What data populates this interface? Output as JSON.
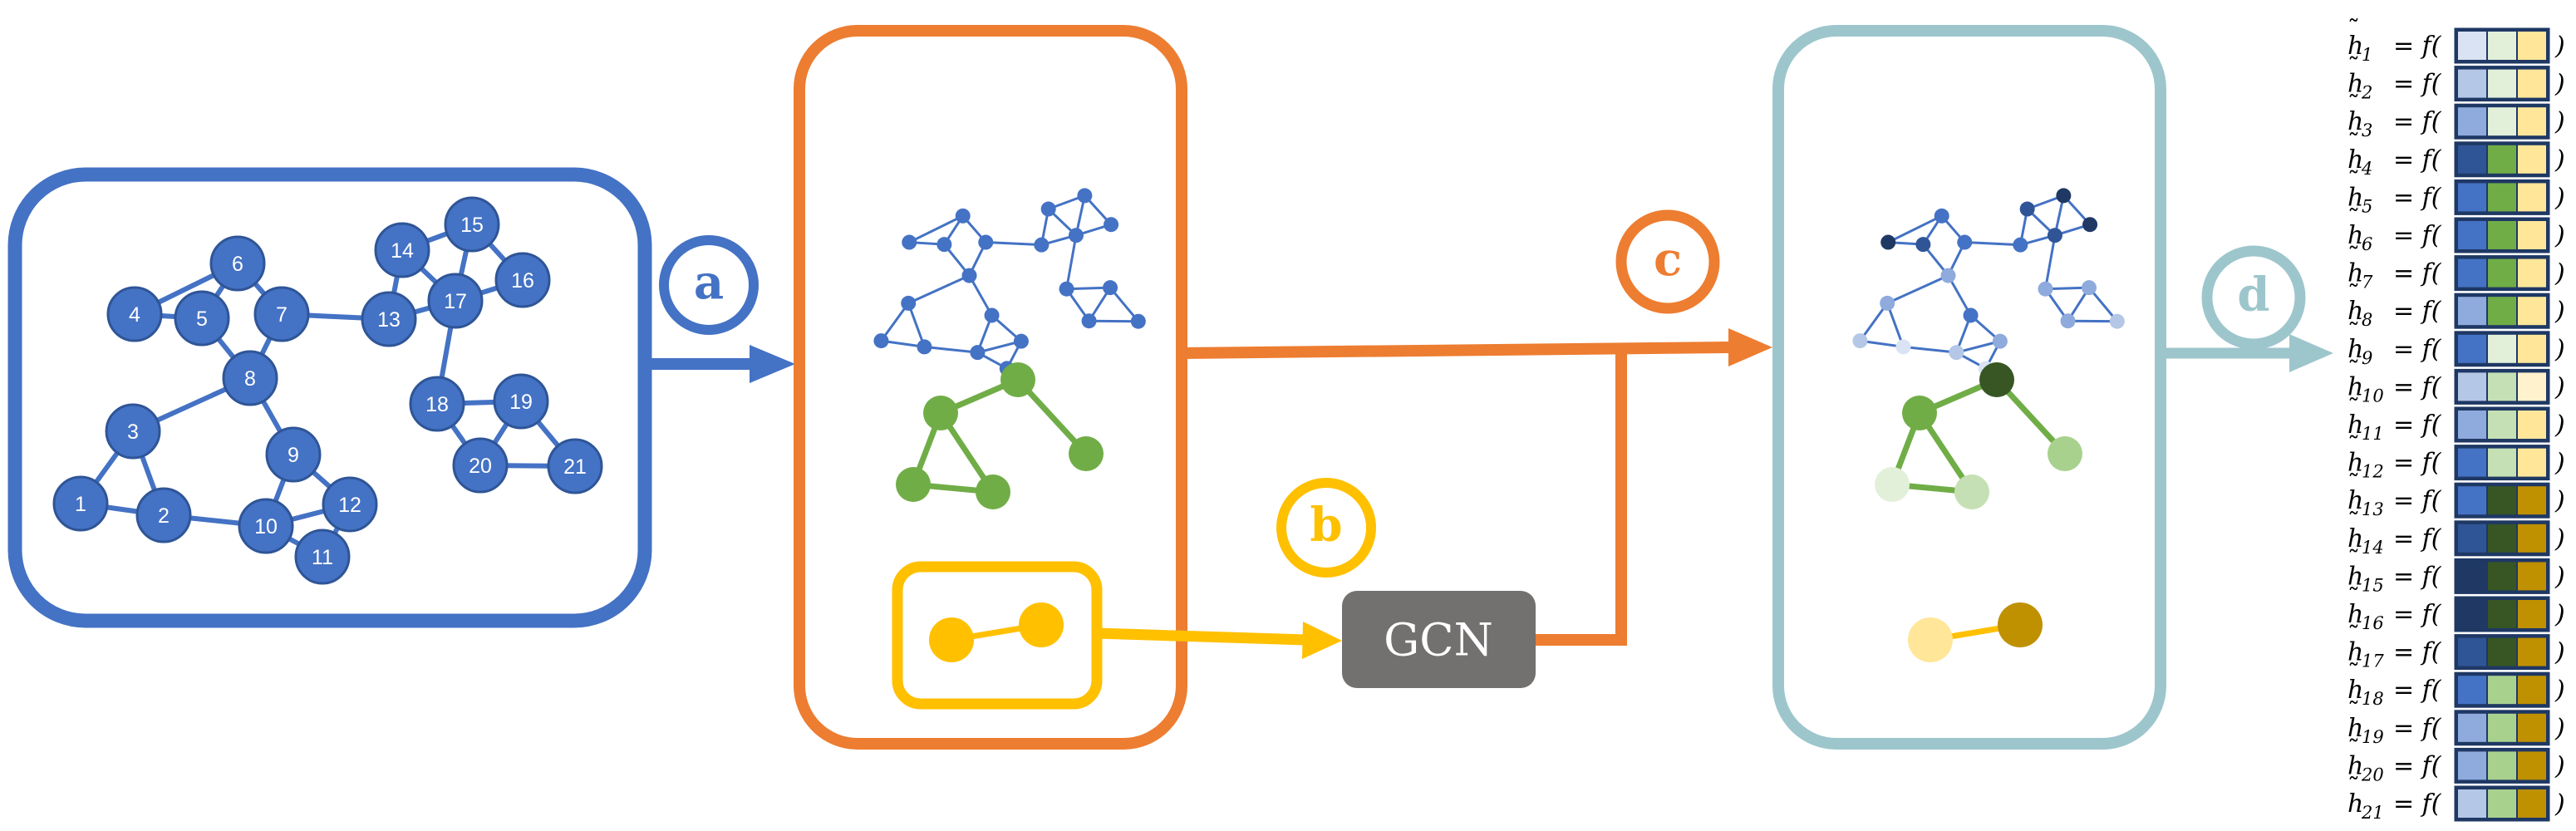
{
  "steps": {
    "a": "a",
    "b": "b",
    "c": "c",
    "d": "d"
  },
  "gcn_label": "GCN",
  "graph": {
    "node_labels": [
      "1",
      "2",
      "3",
      "4",
      "5",
      "6",
      "7",
      "8",
      "9",
      "10",
      "11",
      "12",
      "13",
      "14",
      "15",
      "16",
      "17",
      "18",
      "19",
      "20",
      "21"
    ]
  },
  "equations": {
    "lhs_symbol": "h",
    "eq_text": "= f(",
    "close_text": ")",
    "subscripts": [
      "1",
      "2",
      "3",
      "4",
      "5",
      "6",
      "7",
      "8",
      "9",
      "10",
      "11",
      "12",
      "13",
      "14",
      "15",
      "16",
      "17",
      "18",
      "19",
      "20",
      "21"
    ]
  },
  "colors": {
    "blue": "#4472C4",
    "orange": "#ED7D31",
    "yellow": "#FFC000",
    "teal": "#9DC6CC",
    "green": "#70AD47",
    "gcn_gray": "#737070",
    "blue_shades": [
      "#DAE3F3",
      "#B4C7E7",
      "#8FAADC",
      "#4472C4",
      "#2F5597",
      "#1F3864"
    ],
    "green_shades": [
      "#E2F0D9",
      "#C5E0B4",
      "#A9D18E",
      "#70AD47",
      "#548235",
      "#375623"
    ],
    "yellow_shades": [
      "#FFF2CC",
      "#FFE699",
      "#BF9000"
    ]
  }
}
